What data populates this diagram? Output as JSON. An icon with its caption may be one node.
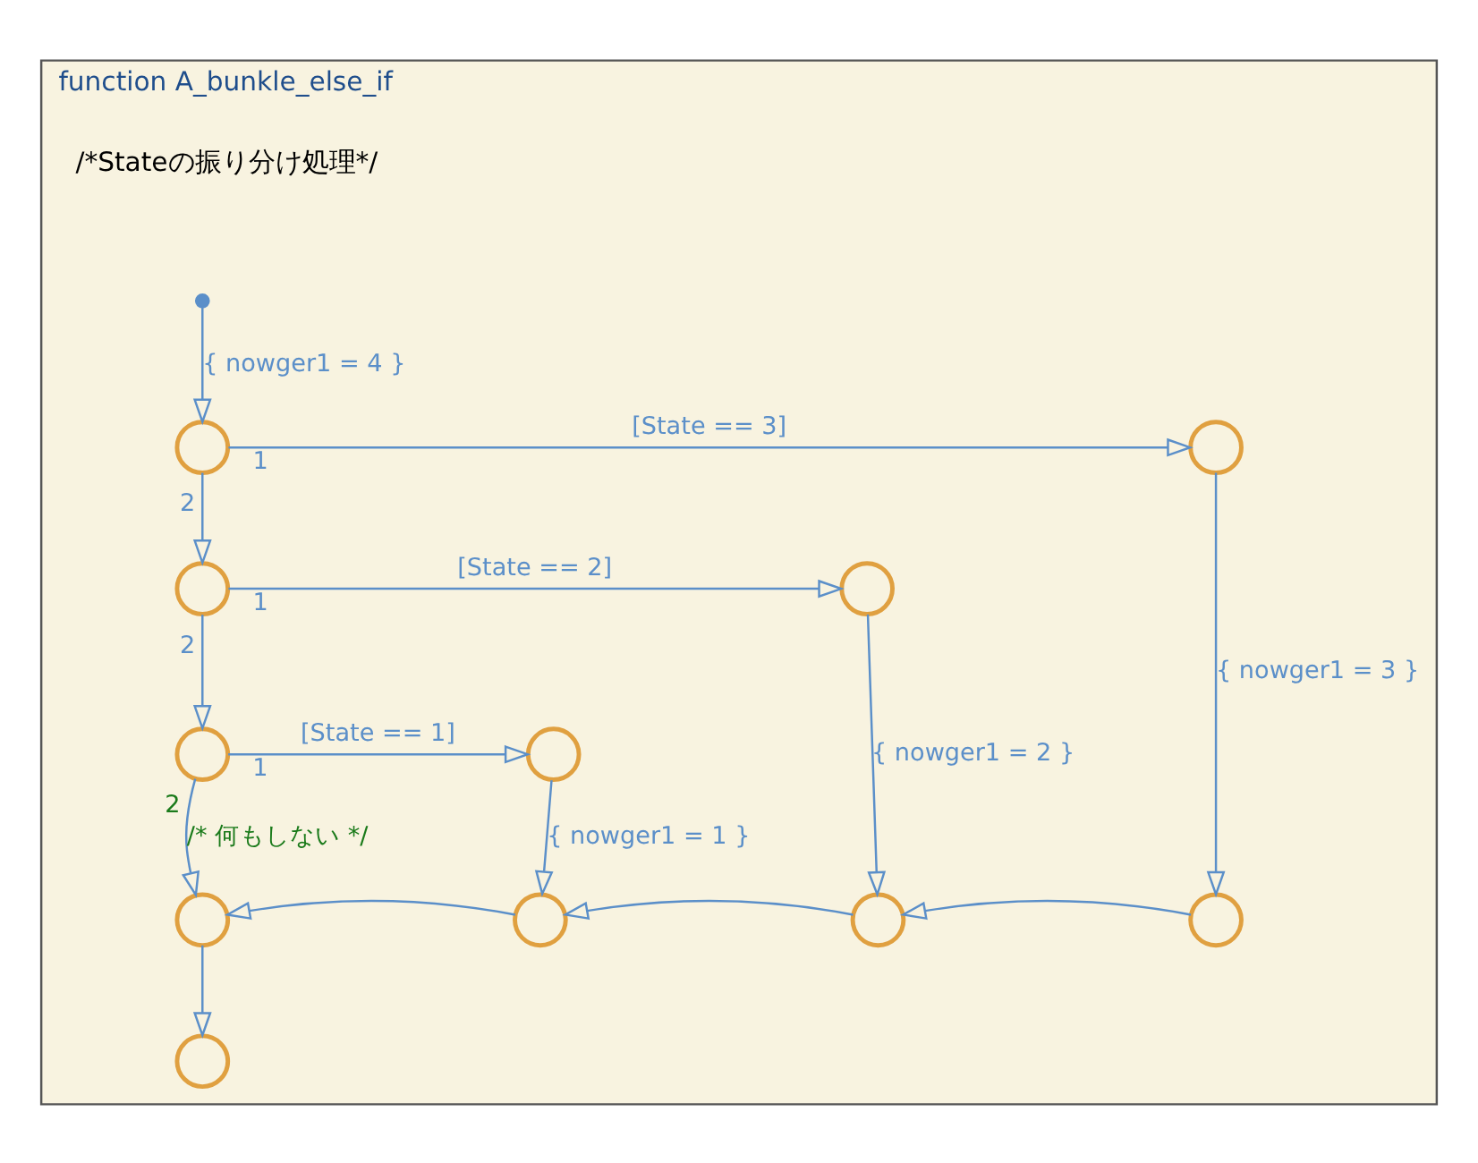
{
  "diagram": {
    "nodes": [
      {
        "text": [
          "function A_bunkle_else_if"
        ]
      },
      {
        "text": [],
        "shape": "dot",
        "in": 0
      },
      {
        "text": [],
        "shape": "circle",
        "in": 0
      },
      {
        "text": [],
        "shape": "circle",
        "in": 0
      },
      {
        "text": [],
        "shape": "circle",
        "in": 0
      },
      {
        "text": [],
        "shape": "circle",
        "in": 0
      },
      {
        "text": [],
        "shape": "circle",
        "in": 0
      },
      {
        "text": [],
        "shape": "circle",
        "in": 0
      },
      {
        "text": [],
        "shape": "circle",
        "in": 0
      },
      {
        "text": [],
        "shape": "circle",
        "in": 0
      },
      {
        "text": [],
        "shape": "circle",
        "in": 0
      },
      {
        "text": [],
        "shape": "circle",
        "in": 0
      },
      {
        "text": [],
        "shape": "circle",
        "in": 0
      }
    ],
    "edges": [
      {
        "from": 1,
        "to": 2,
        "arrow": "to",
        "label": "{ nowger1 = 4 }"
      },
      {
        "from": 2,
        "to": 7,
        "arrow": "to",
        "label": "[State == 3]"
      },
      {
        "from": 2,
        "to": 3,
        "arrow": "to"
      },
      {
        "from": 3,
        "to": 8,
        "arrow": "to",
        "label": "[State == 2]"
      },
      {
        "from": 3,
        "to": 4,
        "arrow": "to"
      },
      {
        "from": 4,
        "to": 9,
        "arrow": "to",
        "label": "[State == 1]"
      },
      {
        "from": 4,
        "to": 5,
        "arrow": "to",
        "label": "/* 何もしない */"
      },
      {
        "from": 9,
        "to": 10,
        "arrow": "to",
        "label": "{ nowger1 = 1 }"
      },
      {
        "from": 8,
        "to": 11,
        "arrow": "to",
        "label": "{ nowger1 = 2 }"
      },
      {
        "from": 7,
        "to": 12,
        "arrow": "to",
        "label": "{ nowger1 = 3 }"
      },
      {
        "from": 12,
        "to": 11,
        "arrow": "to"
      },
      {
        "from": 11,
        "to": 10,
        "arrow": "to"
      },
      {
        "from": 10,
        "to": 5,
        "arrow": "to"
      },
      {
        "from": 5,
        "to": 6,
        "arrow": "to"
      }
    ],
    "labels": [
      "/*Stateの振り分け処理*/",
      "1",
      "2",
      "1",
      "2",
      "1",
      "2"
    ]
  }
}
